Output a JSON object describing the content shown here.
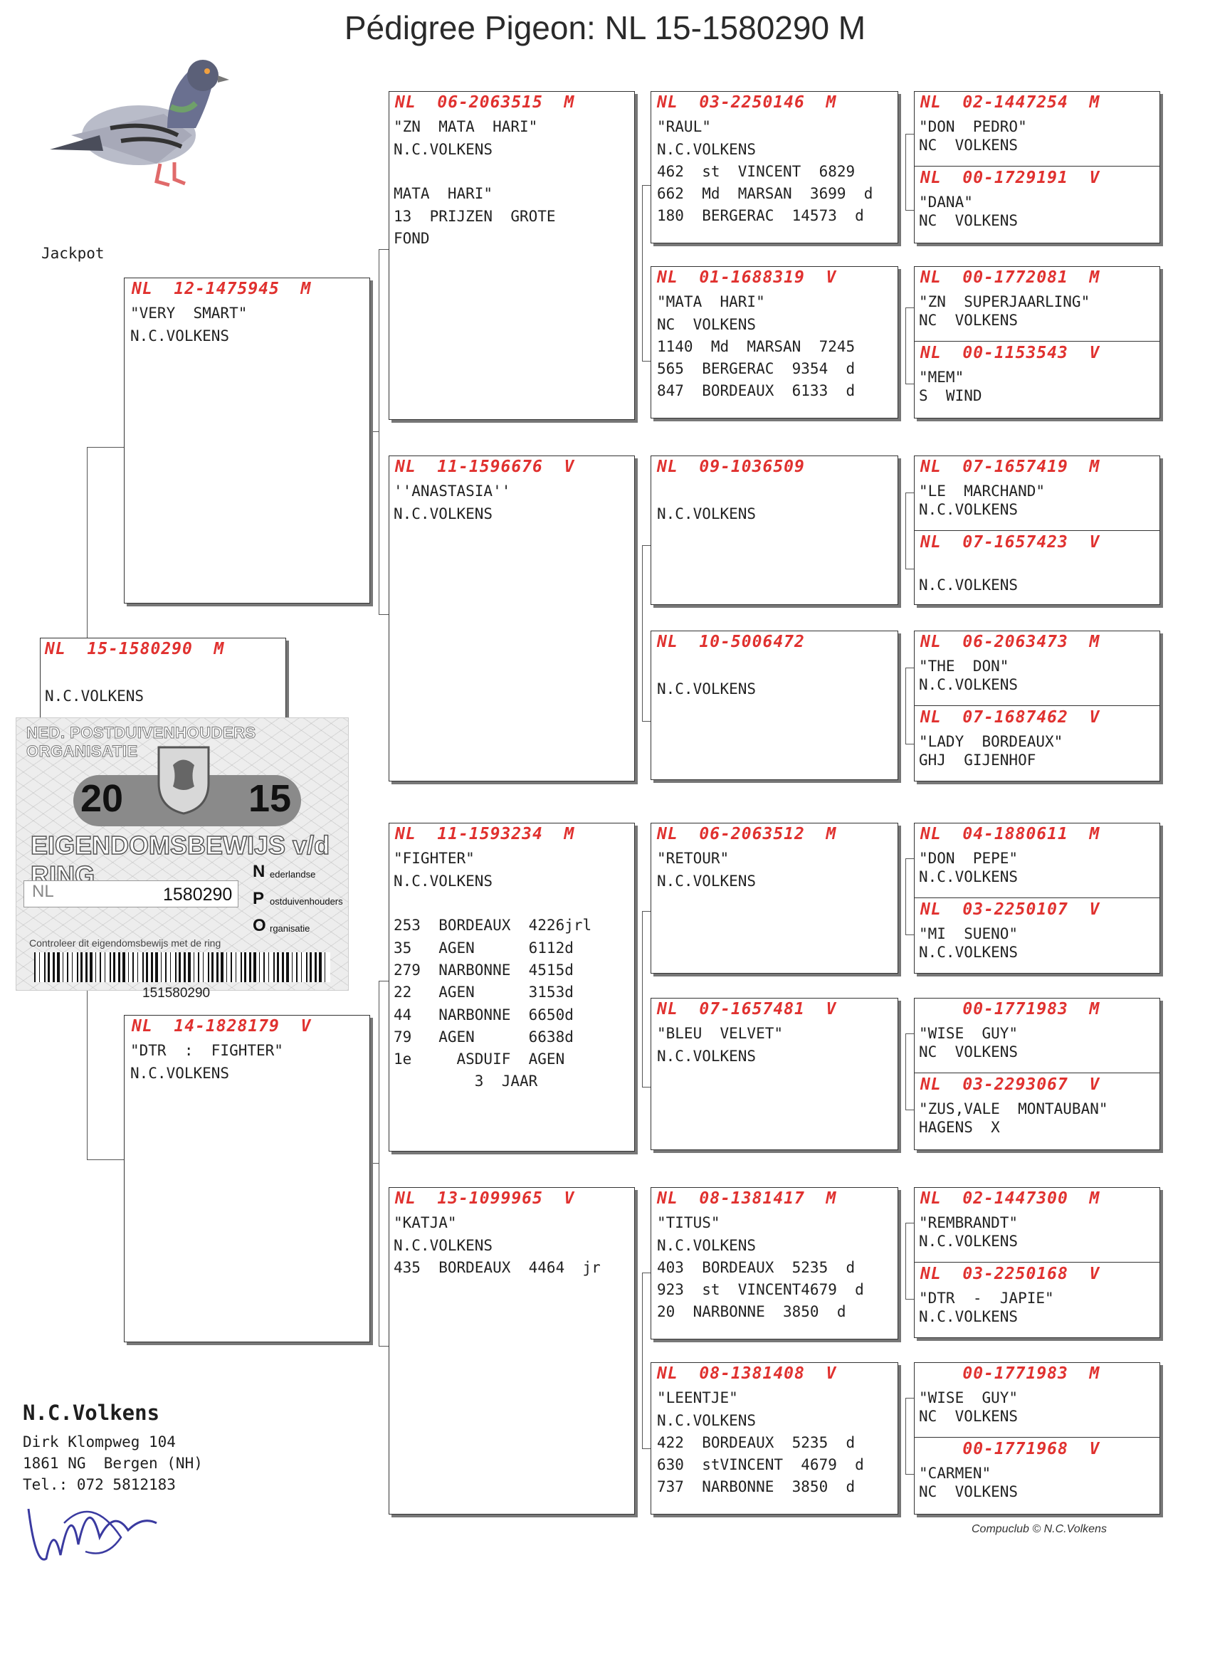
{
  "title": "Pédigree Pigeon: NL  15-1580290 M",
  "jackpot_label": "Jackpot",
  "subject": {
    "ring": "NL  15-1580290  M",
    "lines": [
      "",
      "N.C.VOLKENS"
    ]
  },
  "sire": {
    "ring": "NL  12-1475945  M",
    "lines": [
      "\"VERY  SMART\"",
      "N.C.VOLKENS"
    ]
  },
  "dam": {
    "ring": "NL  14-1828179  V",
    "lines": [
      "\"DTR  :  FIGHTER\"",
      "N.C.VOLKENS"
    ]
  },
  "grandparents": [
    {
      "ring": "NL  06-2063515  M",
      "lines": [
        "\"ZN  MATA  HARI\"",
        "N.C.VOLKENS",
        "",
        "MATA  HARI\"",
        "13  PRIJZEN  GROTE",
        "FOND"
      ]
    },
    {
      "ring": "NL  11-1596676  V",
      "lines": [
        "''ANASTASIA''",
        "N.C.VOLKENS"
      ]
    },
    {
      "ring": "NL  11-1593234  M",
      "lines": [
        "\"FIGHTER\"",
        "N.C.VOLKENS",
        "",
        "253  BORDEAUX  4226jrl",
        "35   AGEN      6112d",
        "279  NARBONNE  4515d",
        "22   AGEN      3153d",
        "44   NARBONNE  6650d",
        "79   AGEN      6638d",
        "1e     ASDUIF  AGEN",
        "         3  JAAR"
      ]
    },
    {
      "ring": "NL  13-1099965  V",
      "lines": [
        "\"KATJA\"",
        "N.C.VOLKENS",
        "435  BORDEAUX  4464  jr"
      ]
    }
  ],
  "great_grandparents": [
    {
      "ring": "NL  03-2250146  M",
      "lines": [
        "\"RAUL\"",
        "N.C.VOLKENS",
        "462  st  VINCENT  6829",
        "662  Md  MARSAN  3699  d",
        "180  BERGERAC  14573  d"
      ]
    },
    {
      "ring": "NL  01-1688319  V",
      "lines": [
        "\"MATA  HARI\"",
        "NC  VOLKENS",
        "1140  Md  MARSAN  7245",
        "565  BERGERAC  9354  d",
        "847  BORDEAUX  6133  d"
      ]
    },
    {
      "ring": "NL  09-1036509",
      "lines": [
        "",
        "N.C.VOLKENS"
      ]
    },
    {
      "ring": "NL  10-5006472",
      "lines": [
        "",
        "N.C.VOLKENS"
      ]
    },
    {
      "ring": "NL  06-2063512  M",
      "lines": [
        "\"RETOUR\"",
        "N.C.VOLKENS"
      ]
    },
    {
      "ring": "NL  07-1657481  V",
      "lines": [
        "\"BLEU  VELVET\"",
        "N.C.VOLKENS"
      ]
    },
    {
      "ring": "NL  08-1381417  M",
      "lines": [
        "\"TITUS\"",
        "N.C.VOLKENS",
        "403  BORDEAUX  5235  d",
        "923  st  VINCENT4679  d",
        "20  NARBONNE  3850  d"
      ]
    },
    {
      "ring": "NL  08-1381408  V",
      "lines": [
        "\"LEENTJE\"",
        "N.C.VOLKENS",
        "422  BORDEAUX  5235  d",
        "630  stVINCENT  4679  d",
        "737  NARBONNE  3850  d"
      ]
    }
  ],
  "gen4": [
    {
      "ring": "NL  02-1447254  M",
      "lines": [
        "\"DON  PEDRO\"",
        "NC  VOLKENS"
      ]
    },
    {
      "ring": "NL  00-1729191  V",
      "lines": [
        "\"DANA\"",
        "NC  VOLKENS"
      ]
    },
    {
      "ring": "NL  00-1772081  M",
      "lines": [
        "\"ZN  SUPERJAARLING\"",
        "NC  VOLKENS"
      ]
    },
    {
      "ring": "NL  00-1153543  V",
      "lines": [
        "\"MEM\"",
        "S  WIND"
      ]
    },
    {
      "ring": "NL  07-1657419  M",
      "lines": [
        "\"LE  MARCHAND\"",
        "N.C.VOLKENS"
      ]
    },
    {
      "ring": "NL  07-1657423  V",
      "lines": [
        "",
        "N.C.VOLKENS"
      ]
    },
    {
      "ring": "NL  06-2063473  M",
      "lines": [
        "\"THE  DON\"",
        "N.C.VOLKENS"
      ]
    },
    {
      "ring": "NL  07-1687462  V",
      "lines": [
        "\"LADY  BORDEAUX\"",
        "GHJ  GIJENHOF"
      ]
    },
    {
      "ring": "NL  04-1880611  M",
      "lines": [
        "\"DON  PEPE\"",
        "N.C.VOLKENS"
      ]
    },
    {
      "ring": "NL  03-2250107  V",
      "lines": [
        "\"MI  SUENO\"",
        "N.C.VOLKENS"
      ]
    },
    {
      "ring": "    00-1771983  M",
      "lines": [
        "\"WISE  GUY\"",
        "NC  VOLKENS"
      ]
    },
    {
      "ring": "NL  03-2293067  V",
      "lines": [
        "\"ZUS,VALE  MONTAUBAN\"",
        "HAGENS  X"
      ]
    },
    {
      "ring": "NL  02-1447300  M",
      "lines": [
        "\"REMBRANDT\"",
        "N.C.VOLKENS"
      ]
    },
    {
      "ring": "NL  03-2250168  V",
      "lines": [
        "\"DTR  -  JAPIE\"",
        "N.C.VOLKENS"
      ]
    },
    {
      "ring": "    00-1771983  M",
      "lines": [
        "\"WISE  GUY\"",
        "NC  VOLKENS"
      ]
    },
    {
      "ring": "    00-1771968  V",
      "lines": [
        "\"CARMEN\"",
        "NC  VOLKENS"
      ]
    }
  ],
  "card": {
    "org": "NED. POSTDUIVENHOUDERS ORGANISATIE",
    "year_left": "20",
    "year_right": "15",
    "title": "EIGENDOMSBEWIJS v/d RING",
    "nl": "NL",
    "ring_number": "1580290",
    "npo_letters": [
      "N",
      "P",
      "O"
    ],
    "npo_words": [
      "ederlandse",
      "ostduivenhouders",
      "rganisatie"
    ],
    "check_text": "Controleer dit eigendomsbewijs met de ring",
    "barcode_number": "151580290"
  },
  "owner": {
    "name": "N.C.Volkens",
    "address1": "Dirk Klompweg 104",
    "address2": "1861 NG  Bergen (NH)",
    "phone": "Tel.: 072 5812183"
  },
  "footer": "Compuclub © N.C.Volkens",
  "colors": {
    "ring_red": "#e0312f",
    "border": "#333333"
  }
}
